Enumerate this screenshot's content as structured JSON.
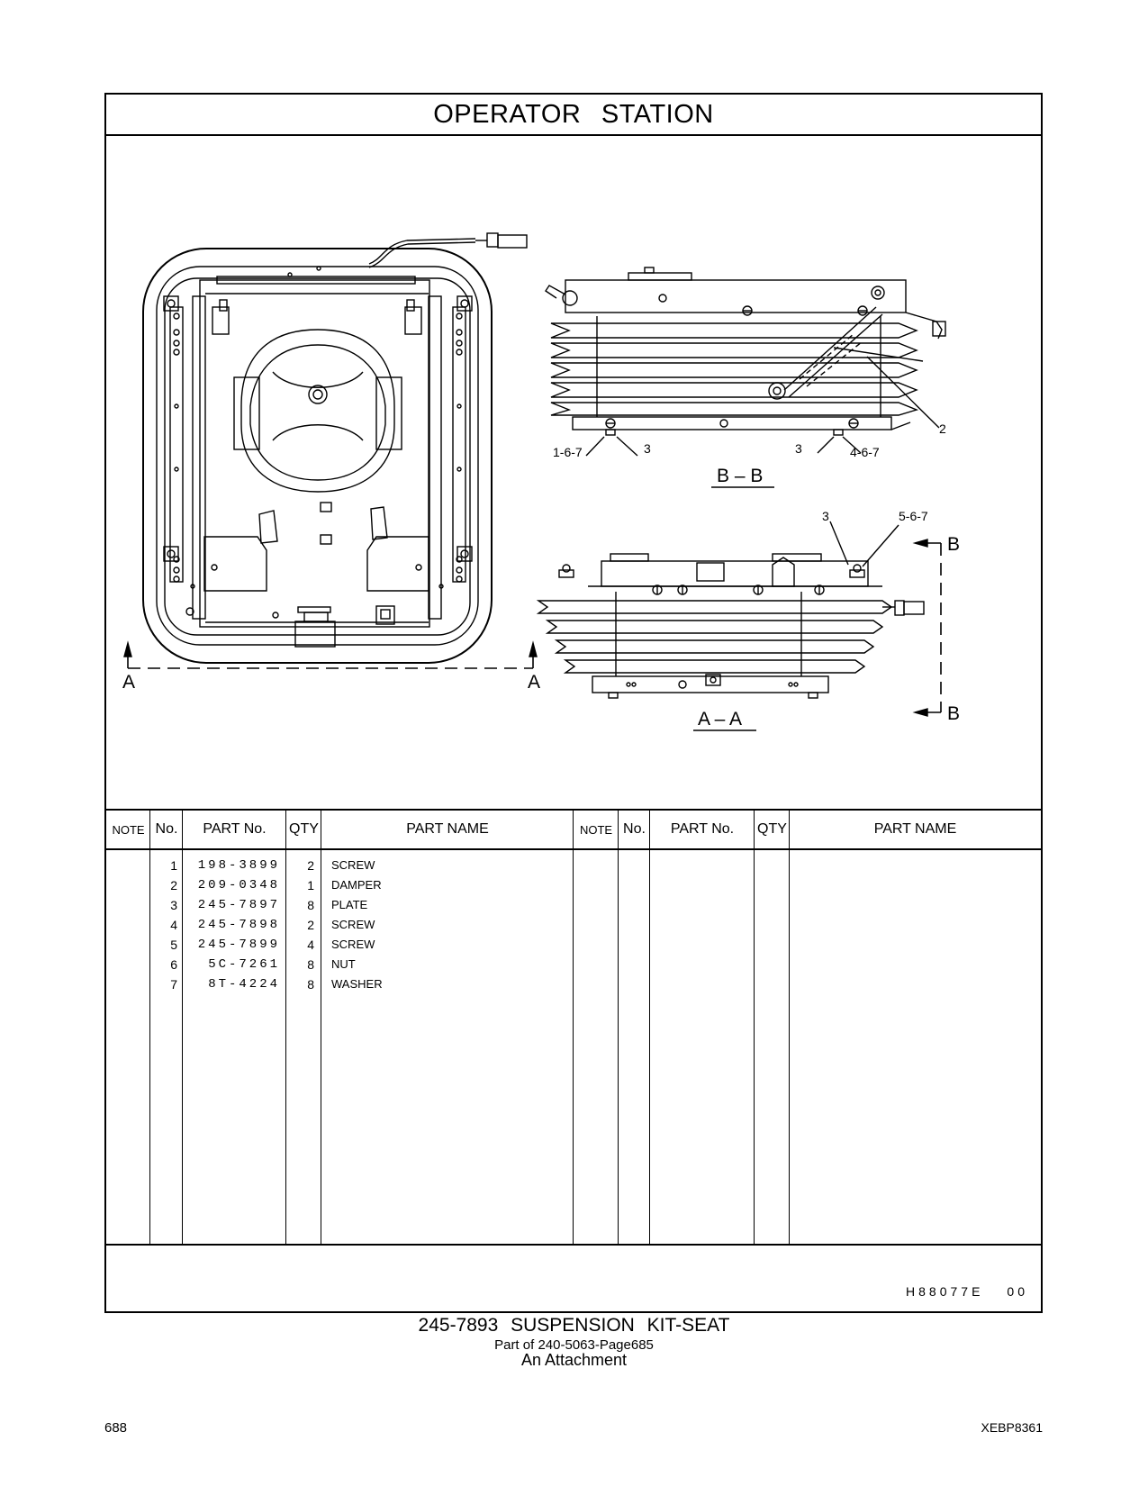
{
  "header": {
    "title": "OPERATOR STATION"
  },
  "drawing": {
    "callouts": [
      "1-6-7",
      "3",
      "3",
      "4-6-7",
      "2",
      "3",
      "5-6-7"
    ],
    "section_bb": "B – B",
    "section_aa": "A – A",
    "arrow_a_left": "A",
    "arrow_a_right": "A",
    "arrow_b_top": "B",
    "arrow_b_bottom": "B"
  },
  "table": {
    "headers": {
      "note": "NOTE",
      "no": "No.",
      "part_no": "PART No.",
      "qty": "QTY",
      "part_name": "PART NAME"
    },
    "rows": [
      {
        "no": "1",
        "part_no": "198-3899",
        "qty": "2",
        "name": "SCREW"
      },
      {
        "no": "2",
        "part_no": "209-0348",
        "qty": "1",
        "name": "DAMPER"
      },
      {
        "no": "3",
        "part_no": "245-7897",
        "qty": "8",
        "name": "PLATE"
      },
      {
        "no": "4",
        "part_no": "245-7898",
        "qty": "2",
        "name": "SCREW"
      },
      {
        "no": "5",
        "part_no": "245-7899",
        "qty": "4",
        "name": "SCREW"
      },
      {
        "no": "6",
        "part_no": "5C-7261",
        "qty": "8",
        "name": "NUT"
      },
      {
        "no": "7",
        "part_no": "8T-4224",
        "qty": "8",
        "name": "WASHER"
      }
    ],
    "illustration_code": "H88077E",
    "revision": "00"
  },
  "caption": {
    "line1": "245-7893 SUSPENSION KIT-SEAT",
    "line2": "Part of 240-5063-Page685",
    "line3": "An Attachment"
  },
  "footer": {
    "page_number": "688",
    "doc_code": "XEBP8361"
  }
}
